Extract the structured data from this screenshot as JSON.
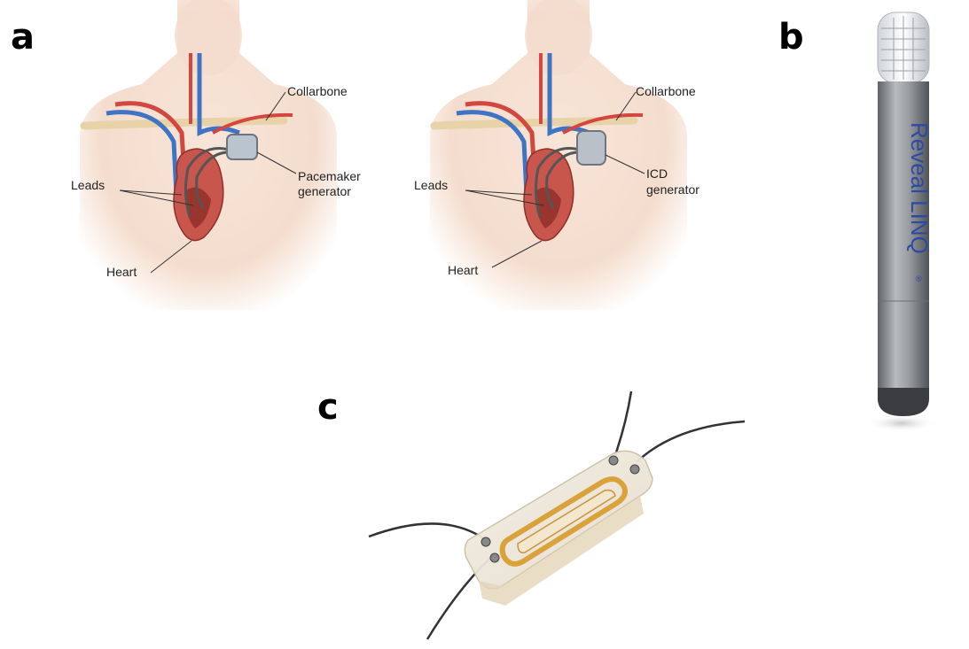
{
  "panels": {
    "a": {
      "letter": "a",
      "left_illustration": {
        "collarbone": "Collarbone",
        "leads": "Leads",
        "generator_line1": "Pacemaker",
        "generator_line2": "generator",
        "heart": "Heart"
      },
      "right_illustration": {
        "collarbone": "Collarbone",
        "leads": "Leads",
        "generator_line1": "ICD",
        "generator_line2": "generator",
        "heart": "Heart"
      }
    },
    "b": {
      "letter": "b",
      "device_text": "Reveal LINQ",
      "trademark": "®"
    },
    "c": {
      "letter": "c"
    }
  },
  "colors": {
    "skin": "#f3d9c8",
    "artery": "#d2473f",
    "vein": "#3f74c4",
    "heart": "#c8564d",
    "device_body": "#8a8d92",
    "device_text": "#2d4aa3",
    "gold_coil": "#d9a23a"
  }
}
